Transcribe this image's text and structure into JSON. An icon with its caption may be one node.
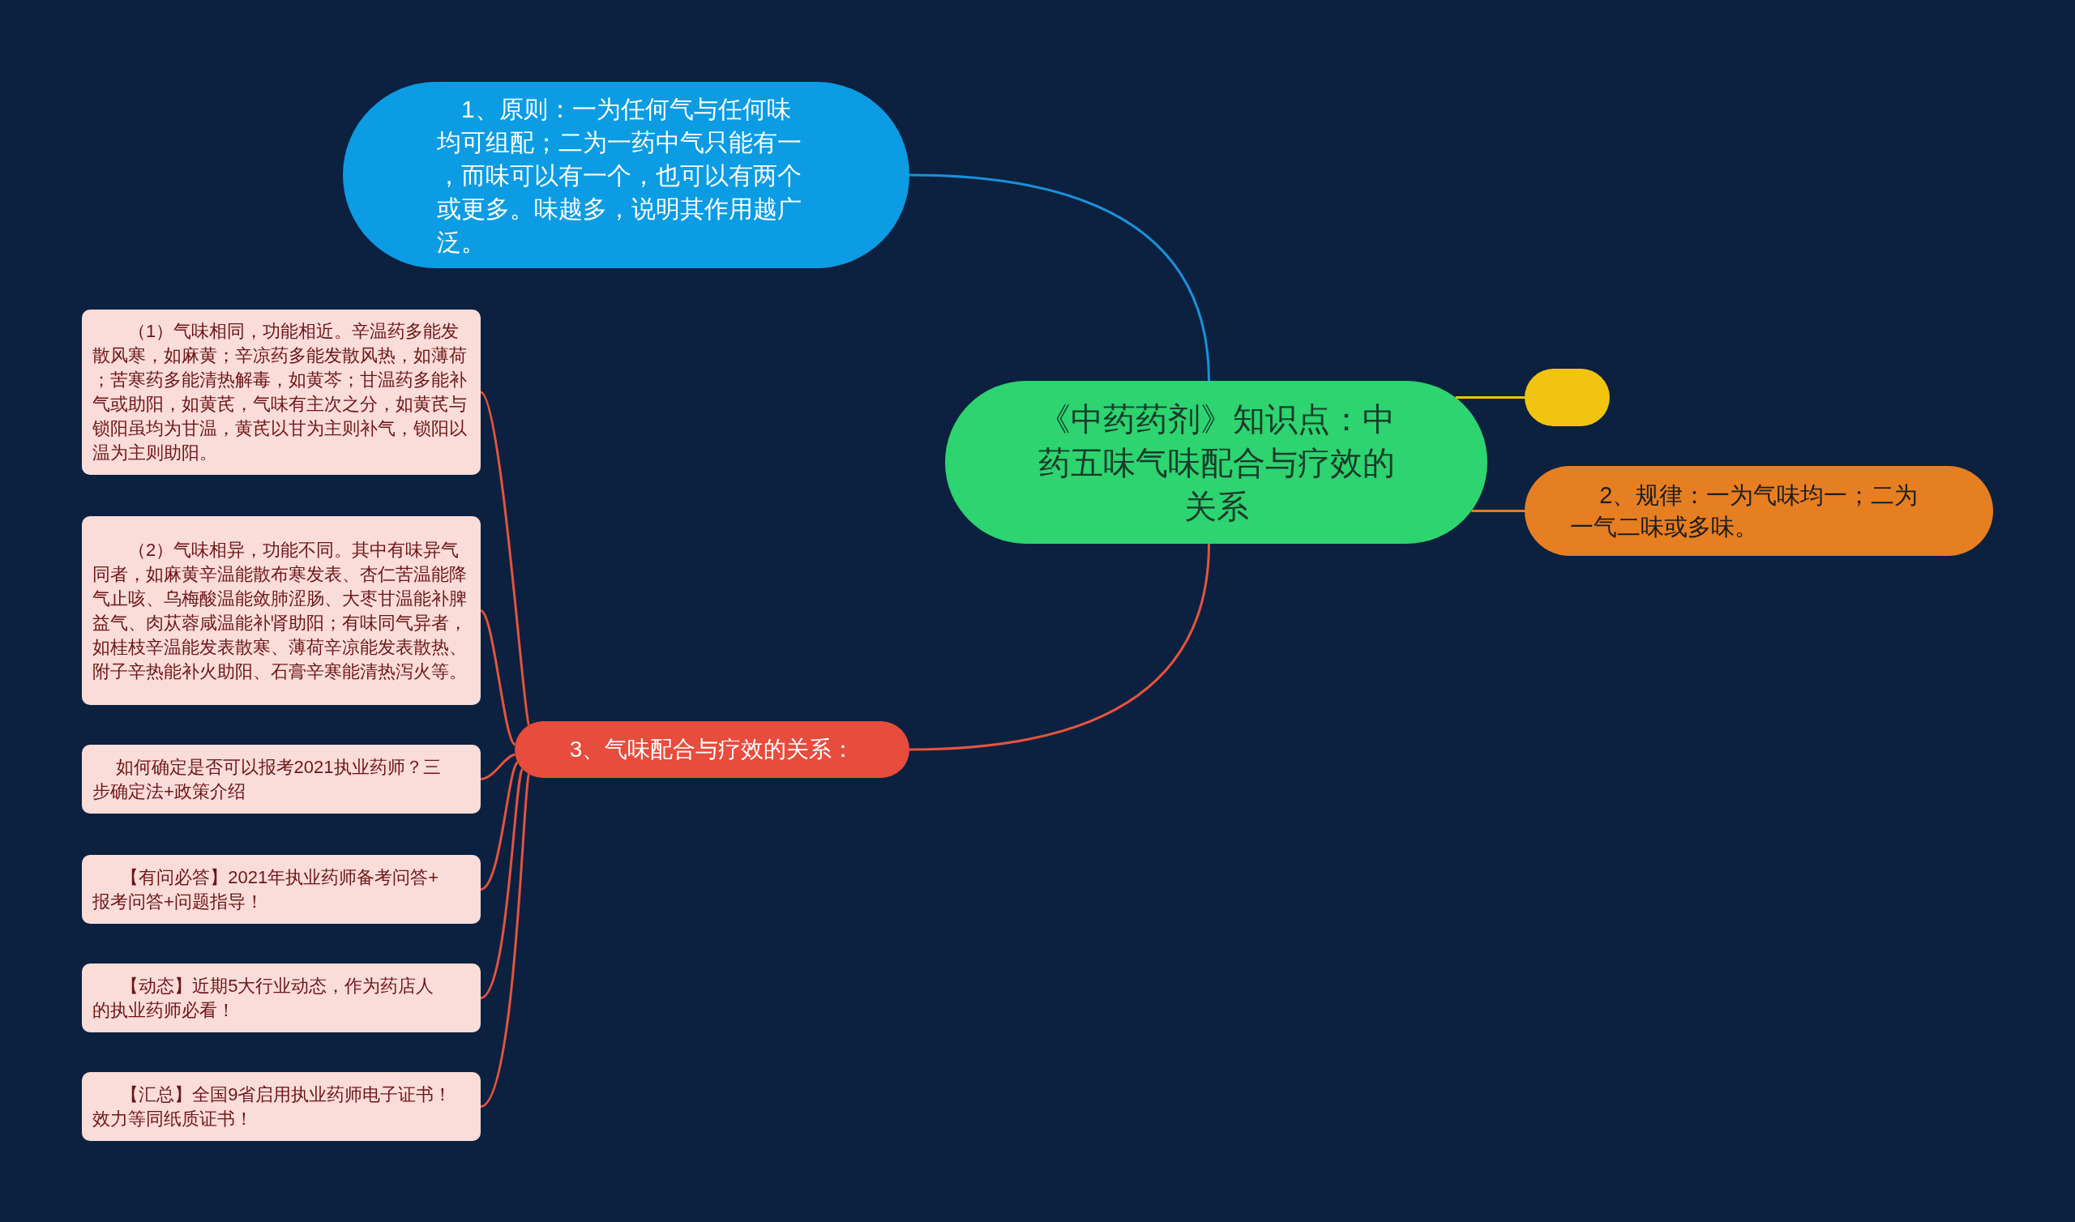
{
  "diagram": {
    "nodes": [
      {
        "text": [
          "《中药药剂》知识点：中药五味气味配合与疗效的关系"
        ]
      },
      {
        "text": [
          "1、原则：一为任何气与任何味均可组配；二为一药中气只能有一，而味可以有一个，也可以有两个或更多。味越多，说明其作用越广泛。"
        ]
      },
      {
        "text": [],
        "shape": "box"
      },
      {
        "text": [
          "2、规律：一为气味均一；二为一气二味或多味。"
        ]
      },
      {
        "text": [
          "3、气味配合与疗效的关系："
        ]
      },
      {
        "text": [
          "（1）气味相同，功能相近。辛温药多能发散风寒，如麻黄；辛凉药多能发散风热，如薄荷；苦寒药多能清热解毒，如黄芩；甘温药多能补气或助阳，如黄芪，气味有主次之分，如黄芪与锁阳虽均为甘温，黄芪以甘为主则补气，锁阳以温为主则助阳。"
        ]
      },
      {
        "text": [
          "（2）气味相异，功能不同。其中有味异气同者，如麻黄辛温能散布寒发表、杏仁苦温能降气止咳、乌梅酸温能敛肺涩肠、大枣甘温能补脾益气、肉苁蓉咸温能补肾助阳；有味同气异者，如桂枝辛温能发表散寒、薄荷辛凉能发表散热、附子辛热能补火助阳、石膏辛寒能清热泻火等。"
        ]
      },
      {
        "text": [
          "如何确定是否可以报考2021执业药师？三步确定法+政策介绍"
        ]
      },
      {
        "text": [
          "【有问必答】2021年执业药师备考问答+报考问答+问题指导！"
        ]
      },
      {
        "text": [
          "【动态】近期5大行业动态，作为药店人的执业药师必看！"
        ]
      },
      {
        "text": [
          "【汇总】全国9省启用执业药师电子证书！效力等同纸质证书！"
        ]
      }
    ],
    "edges": [
      {
        "from": 0,
        "to": 1,
        "arrow": "none",
        "color": "#1a91da"
      },
      {
        "from": 0,
        "to": 2,
        "arrow": "none",
        "color": "#f1c40f"
      },
      {
        "from": 0,
        "to": 3,
        "arrow": "none",
        "color": "#e67e22"
      },
      {
        "from": 0,
        "to": 4,
        "arrow": "none"
      },
      {
        "from": 4,
        "to": 5,
        "arrow": "none"
      },
      {
        "from": 4,
        "to": 6,
        "arrow": "none"
      },
      {
        "from": 4,
        "to": 7,
        "arrow": "none"
      },
      {
        "from": 4,
        "to": 8,
        "arrow": "none"
      },
      {
        "from": 4,
        "to": 9,
        "arrow": "none"
      },
      {
        "from": 4,
        "to": 10,
        "arrow": "none"
      }
    ]
  }
}
